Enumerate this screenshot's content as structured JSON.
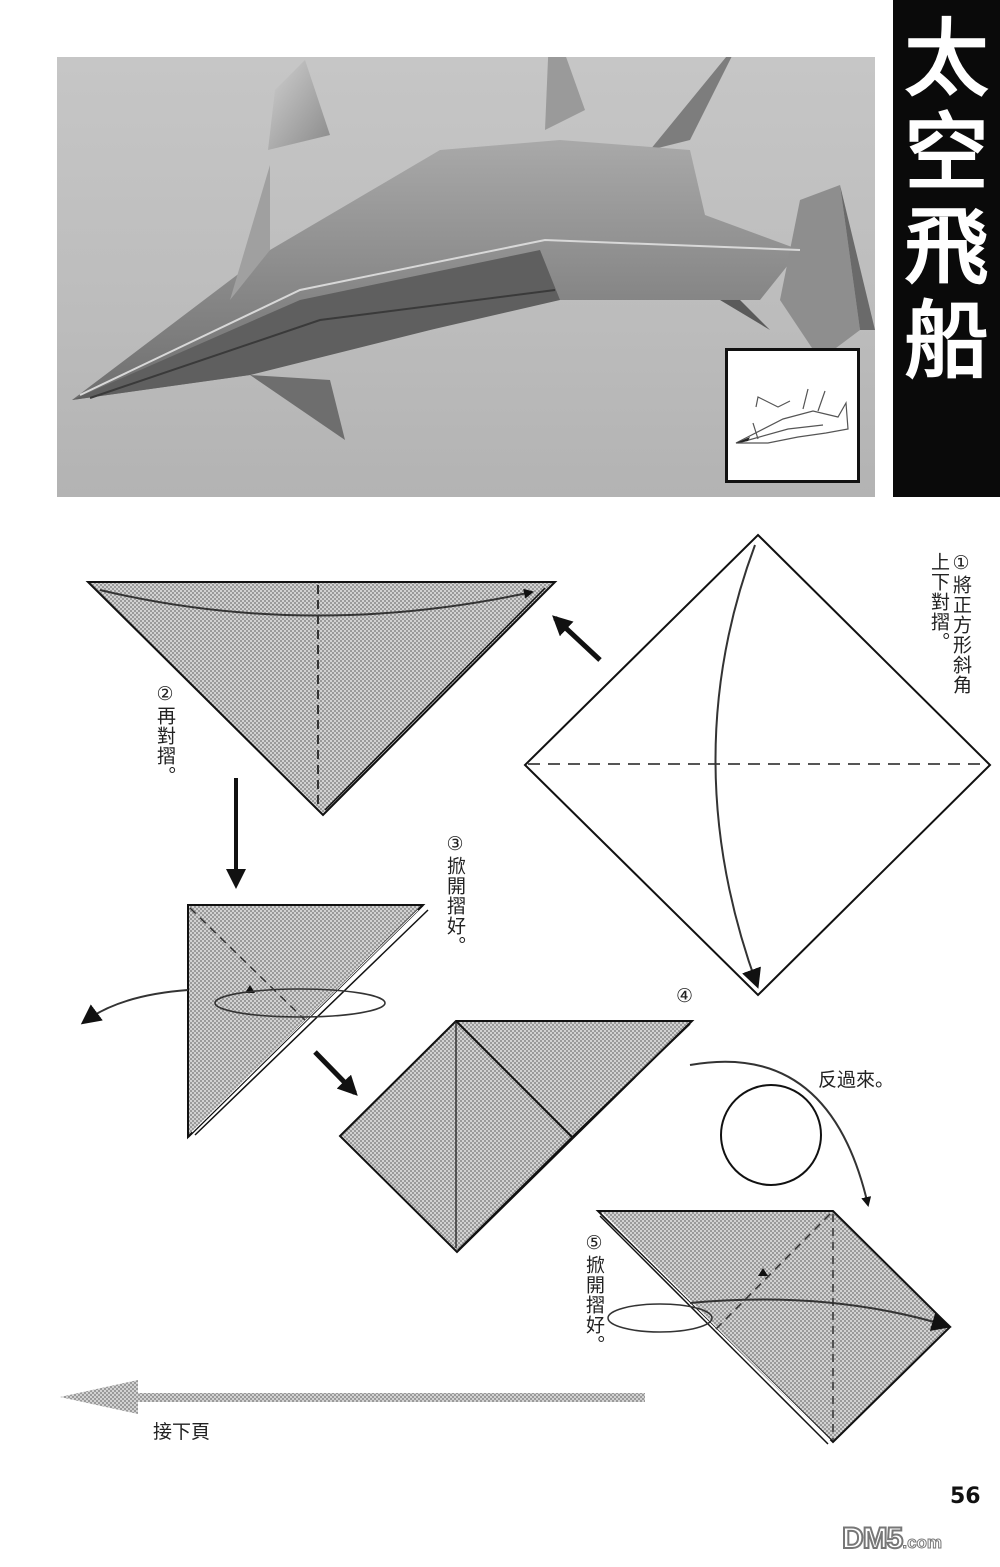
{
  "title": {
    "chars": [
      "太",
      "空",
      "飛",
      "船"
    ],
    "text": "太空飛船"
  },
  "photo": {
    "subject": "origami-spaceship-photo",
    "inset_subject": "spaceship-line-drawing"
  },
  "steps": [
    {
      "number": "①",
      "lines": [
        "將正方形斜角",
        "上下對摺。"
      ]
    },
    {
      "number": "②",
      "lines": [
        "再對摺。"
      ]
    },
    {
      "number": "③",
      "lines": [
        "掀開摺好。"
      ]
    },
    {
      "number": "④",
      "lines": []
    },
    {
      "number": "⑤",
      "lines": [
        "掀開摺好。"
      ]
    }
  ],
  "flip_note": "反過來。",
  "continue_label": "接下頁",
  "page_number": "56",
  "watermark": {
    "brand": "DM5",
    "suffix": ".com"
  },
  "colors": {
    "title_bg": "#0a0a0a",
    "paper_shade": "#bdbdbd",
    "photo_bg": "#c3c3c3",
    "line": "#111111"
  }
}
